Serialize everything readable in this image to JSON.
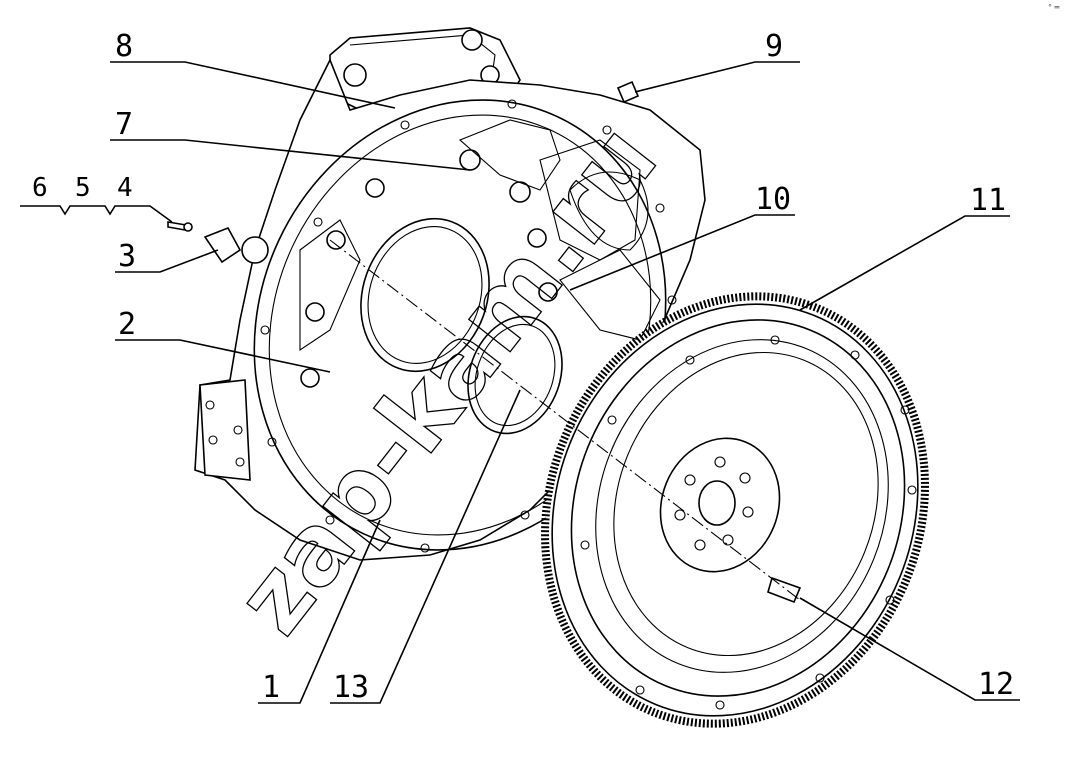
{
  "callouts": {
    "c1": "1",
    "c2": "2",
    "c3": "3",
    "c4": "4",
    "c5": "5",
    "c6": "6",
    "c7": "7",
    "c8": "8",
    "c9": "9",
    "c10": "10",
    "c11": "11",
    "c12": "12",
    "c13": "13"
  },
  "watermark": "zap-kam.ru",
  "corner_mark": "° ═"
}
